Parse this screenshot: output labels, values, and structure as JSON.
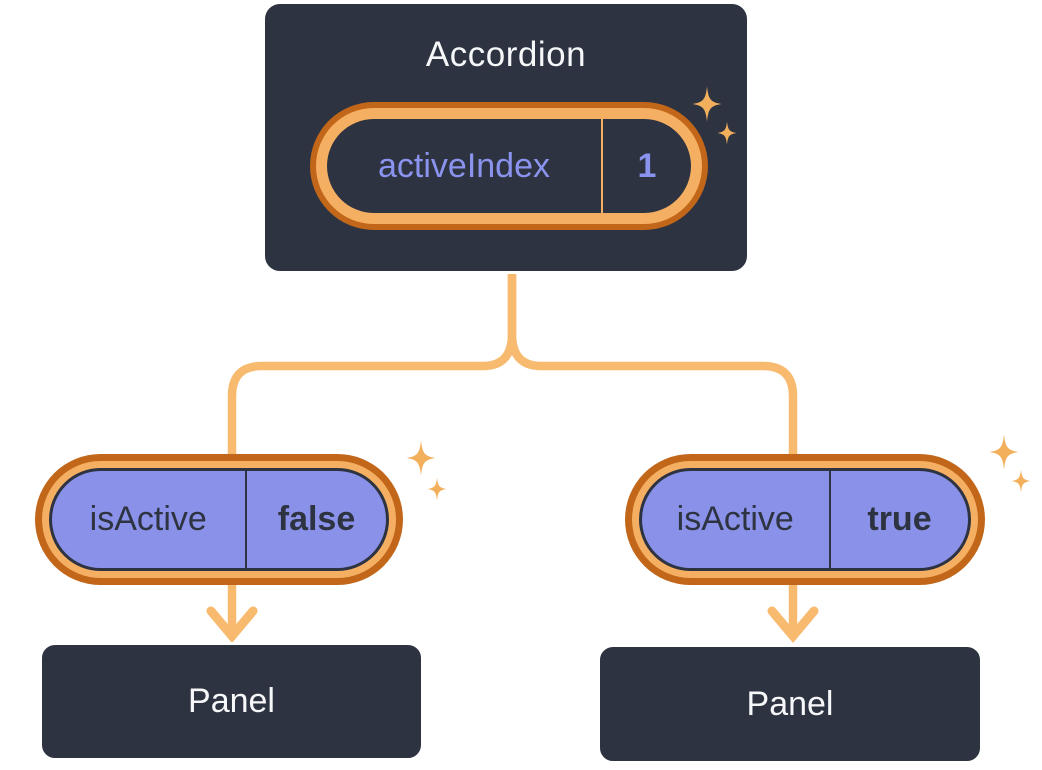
{
  "diagram": {
    "root": {
      "title": "Accordion",
      "state_pill": {
        "name": "activeIndex",
        "value": "1"
      }
    },
    "branches": [
      {
        "prop_pill": {
          "name": "isActive",
          "value": "false"
        },
        "panel": {
          "title": "Panel"
        }
      },
      {
        "prop_pill": {
          "name": "isActive",
          "value": "true"
        },
        "panel": {
          "title": "Panel"
        }
      }
    ]
  },
  "icons": {
    "sparkle": "sparkle-icon",
    "down_arrow": "down-arrow-icon"
  },
  "colors": {
    "background": "#FFFFFF",
    "card_background": "#2D3340",
    "card_border": "#FFFFFF",
    "light_text": "#F6F7F9",
    "purple_fill": "#8A91E8",
    "purple_text": "#8A93EE",
    "dark_text": "#2D3340",
    "orange_ring_outer": "#C2661A",
    "orange_ring_inner": "#F5AF62",
    "orange_line": "#F7BA6F",
    "orange_sparkle": "#F2B05C"
  }
}
